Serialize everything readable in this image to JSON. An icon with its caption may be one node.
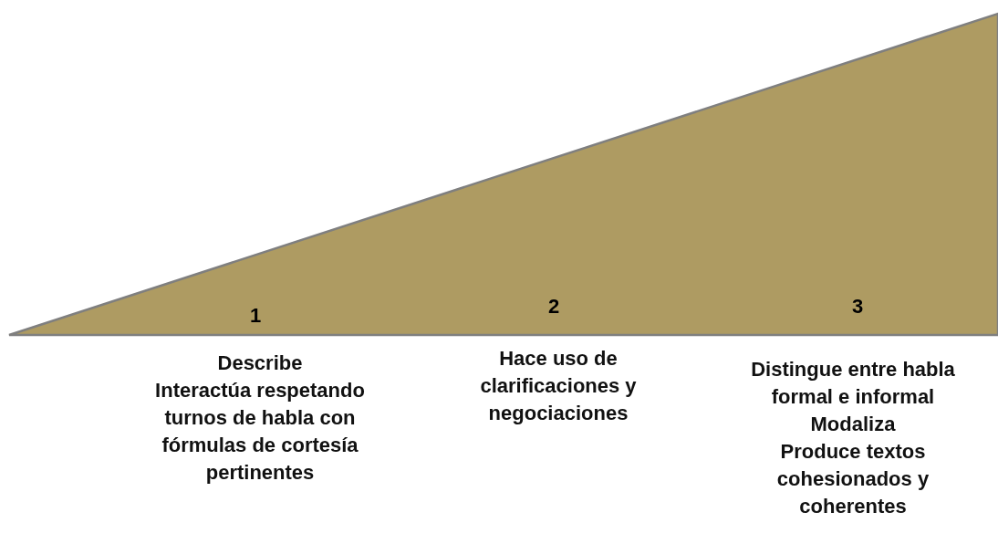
{
  "diagram": {
    "nodes": [
      {
        "text": [
          "1",
          "2",
          "3"
        ]
      }
    ],
    "labels": [
      "Describe",
      "Interactúa respetando turnos de habla con fórmulas de cortesía pertinentes",
      "Hace uso de clarificaciones y negociaciones",
      "Distingue entre habla formal e informal",
      "Modaliza",
      "Produce textos cohesionados y coherentes"
    ]
  }
}
